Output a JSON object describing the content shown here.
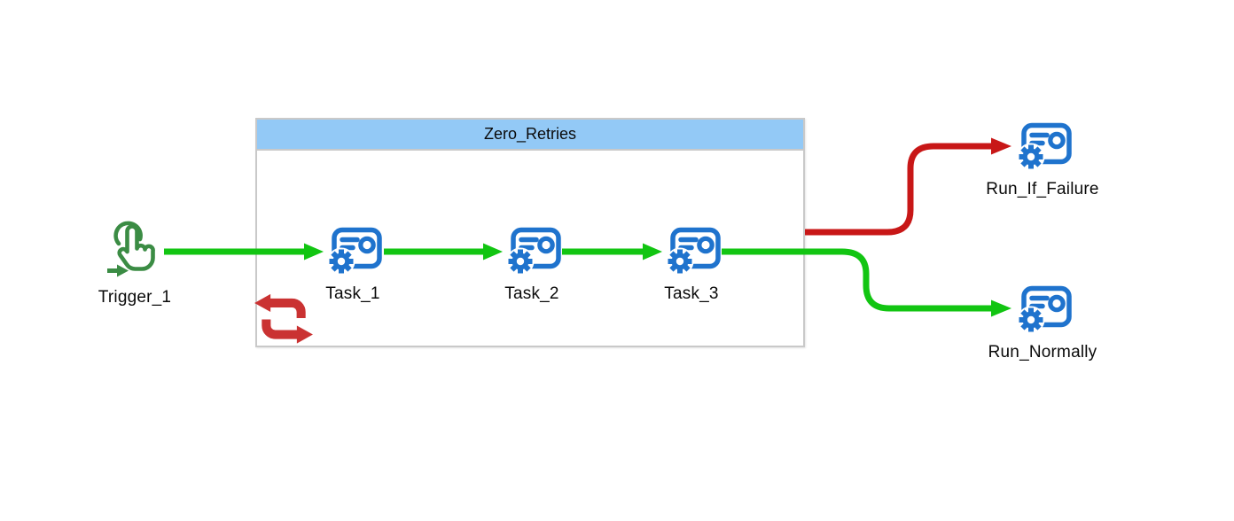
{
  "group": {
    "title": "Zero_Retries"
  },
  "nodes": {
    "trigger": {
      "label": "Trigger_1",
      "icon": "hand-tap-icon"
    },
    "task1": {
      "label": "Task_1",
      "icon": "task-gear-icon"
    },
    "task2": {
      "label": "Task_2",
      "icon": "task-gear-icon"
    },
    "task3": {
      "label": "Task_3",
      "icon": "task-gear-icon"
    },
    "run_if_failure": {
      "label": "Run_If_Failure",
      "icon": "task-gear-icon"
    },
    "run_normally": {
      "label": "Run_Normally",
      "icon": "task-gear-icon"
    }
  },
  "badges": {
    "retry": "retry-loop-icon"
  },
  "edges": [
    {
      "from": "Trigger_1",
      "to": "Task_1",
      "color": "#12c512"
    },
    {
      "from": "Task_1",
      "to": "Task_2",
      "color": "#12c512"
    },
    {
      "from": "Task_2",
      "to": "Task_3",
      "color": "#12c512"
    },
    {
      "from": "Task_3",
      "to": "Run_Normally",
      "color": "#12c512"
    },
    {
      "from": "Zero_Retries",
      "to": "Run_If_Failure",
      "color": "#c81717"
    }
  ],
  "colors": {
    "line_green": "#12c512",
    "line_red": "#c81717",
    "icon_blue": "#1f73cd",
    "trigger_green": "#3b8c44",
    "loop_red": "#ca3232",
    "group_header_bg": "#93c9f6",
    "group_border": "#c9c9c9",
    "label_color": "#0a0a0a"
  }
}
